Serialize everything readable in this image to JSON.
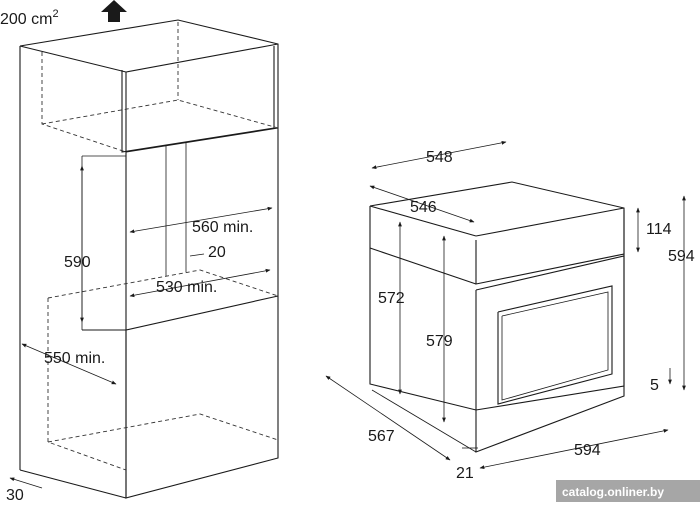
{
  "cabinet": {
    "vent_area": "200 cm",
    "vent_sup": "2",
    "niche_height": "590",
    "niche_width": "560 min.",
    "gap": "20",
    "niche_depth": "530 min.",
    "cabinet_depth": "550 min.",
    "side_offset": "30"
  },
  "oven": {
    "top_width": "548",
    "body_width": "546",
    "panel_height": "114",
    "body_height": "572",
    "door_height": "579",
    "total_height": "594",
    "bottom_gap": "5",
    "depth": "567",
    "front_width": "594",
    "door_thickness": "21"
  },
  "watermark": "catalog.onliner.by"
}
